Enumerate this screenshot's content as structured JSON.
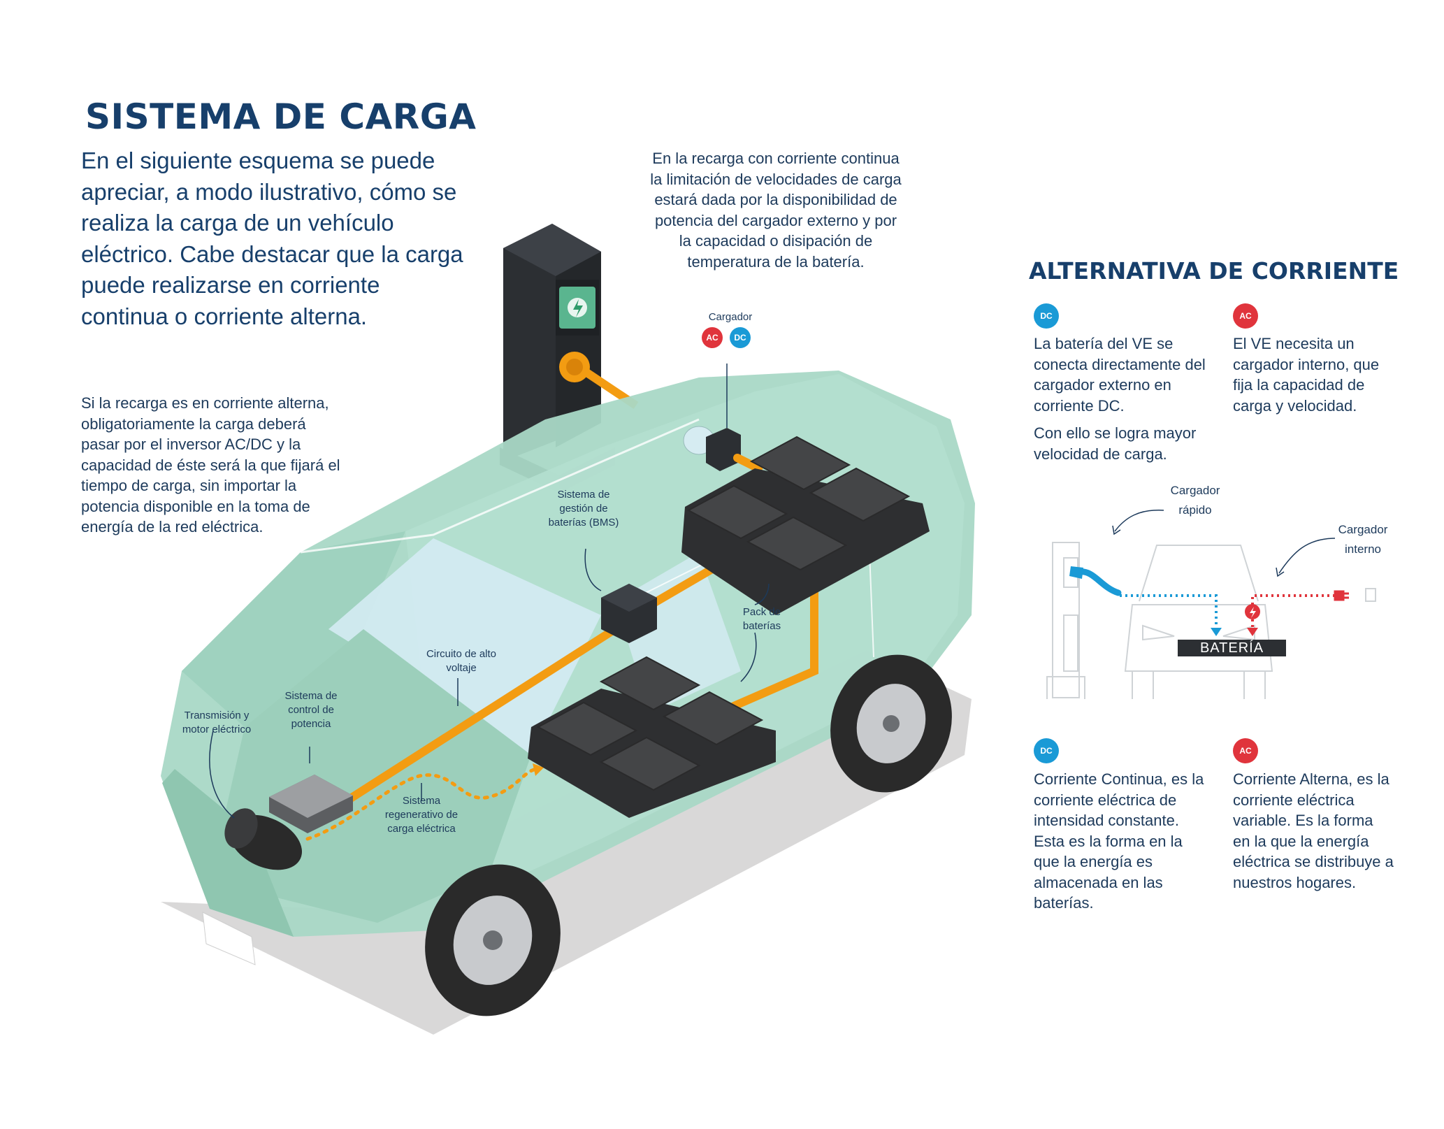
{
  "title": "SISTEMA DE CARGA",
  "intro": "En el siguiente esquema se puede apreciar, a modo ilustrativo, cómo se realiza la carga de un vehículo eléctrico. Cabe destacar que la carga puede realizarse en corriente continua o corriente alterna.",
  "ac_note": "Si la recarga es en corriente alterna, obligatoriamente la carga deberá pasar por el inversor AC/DC y la capacidad de éste será la que fijará el tiempo de carga, sin importar la potencia disponible en la toma de energía de la red eléctrica.",
  "dc_note": "En la recarga con corriente continua la limitación de velocidades de carga estará dada por la disponibilidad de potencia del cargador externo y por la capacidad o disipación de temperatura de la batería.",
  "diagram_labels": {
    "cargador": "Cargador",
    "bms": "Sistema de gestión de baterías (BMS)",
    "pack": "Pack de baterías",
    "circuito": "Circuito de alto voltaje",
    "control": "Sistema de control de potencia",
    "motor": "Transmisión y motor eléctrico",
    "regen": "Sistema regenerativo de carga eléctrica"
  },
  "badges": {
    "ac": "AC",
    "dc": "DC"
  },
  "alternativa": {
    "title": "ALTERNATIVA DE CORRIENTE",
    "dc_text1": "La batería del VE se conecta directamente del cargador externo en corriente DC.",
    "dc_text2": "Con ello se logra mayor velocidad de carga.",
    "ac_text": "El VE necesita un cargador interno, que fija la capacidad de carga y velocidad.",
    "cargador_rapido": "Cargador rápido",
    "cargador_interno": "Cargador interno",
    "bateria": "BATERÍA",
    "dc_def": "Corriente Continua, es la corriente eléctrica de intensidad constante. Esta es la forma en la que la energía es almacenada en las baterías.",
    "ac_def": "Corriente Alterna, es la corriente eléctrica variable. Es la forma en la que la energía eléctrica se distribuye a nuestros hogares."
  },
  "colors": {
    "title": "#173f6b",
    "dc_blue": "#1a9ad6",
    "ac_red": "#e0343c",
    "car_body": "#a9d8c6",
    "wire_orange": "#f39c12",
    "battery": "#3a3a3a"
  }
}
